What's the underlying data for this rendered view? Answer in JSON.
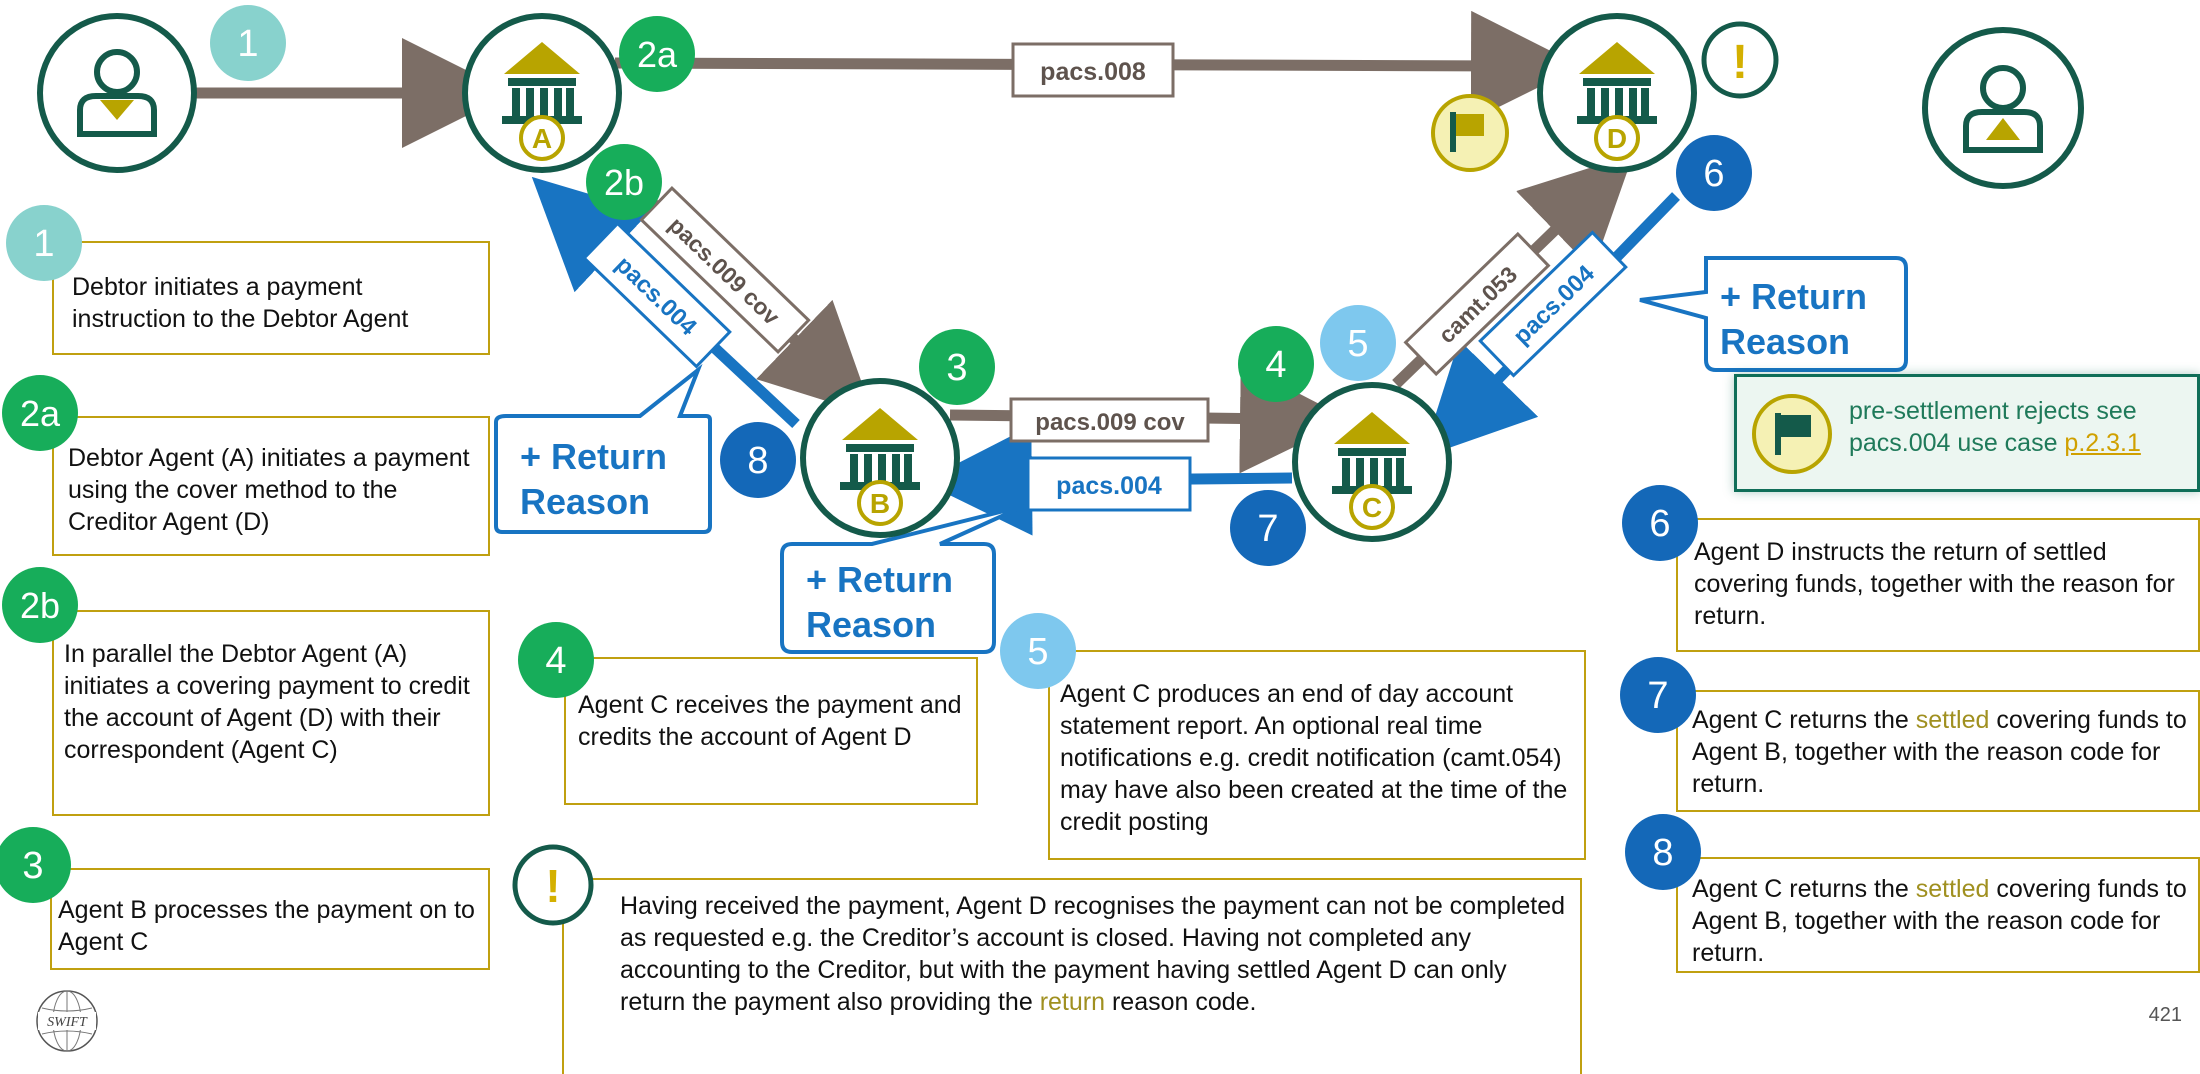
{
  "steps": {
    "s1": "1",
    "s2a": "2a",
    "s2b": "2b",
    "s3": "3",
    "s4": "4",
    "s5": "5",
    "s6": "6",
    "s7": "7",
    "s8": "8",
    "exclaim": "!"
  },
  "agents": {
    "a": "A",
    "b": "B",
    "c": "C",
    "d": "D"
  },
  "messages": {
    "pacs008": "pacs.008",
    "pacs009cov": "pacs.009 cov",
    "pacs009cov_bc": "pacs.009 cov",
    "camt053": "camt.053",
    "pacs004_ab": "pacs.004",
    "pacs004_cb": "pacs.004",
    "pacs004_dc": "pacs.004"
  },
  "callouts": {
    "return_reason_line1": "+ Return",
    "return_reason_line2": "Reason"
  },
  "info": {
    "text_before": "pre-settlement rejects see pacs.004 use case ",
    "link": "p.2.3.1"
  },
  "descriptions": {
    "d1": "Debtor initiates a payment instruction to the Debtor Agent",
    "d2a": "Debtor Agent (A) initiates a payment using the cover method to the Creditor Agent (D)",
    "d2b": "In parallel the Debtor Agent (A) initiates a covering payment to credit the account of Agent (D) with their correspondent (Agent C)",
    "d3": "Agent B processes the payment on to Agent C",
    "d4": "Agent C receives the payment and credits the account of Agent D",
    "d5": "Agent C produces an end of day account statement report. An optional real time notifications e.g. credit notification (camt.054) may have also been created at the time of the credit posting",
    "d6": "Agent D instructs the return of settled covering funds, together with the reason for return.",
    "d7_a": "Agent C returns the ",
    "d7_b": "settled",
    "d7_c": " covering funds to Agent B, together with the reason code for return.",
    "d8_a": "Agent C returns the ",
    "d8_b": "settled",
    "d8_c": " covering funds to Agent B, together with the reason code for return.",
    "dex_a": "Having received the payment, Agent D recognises the payment can not be completed as requested e.g. the Creditor’s account is closed. Having not completed any accounting to the Creditor, but with the payment having settled Agent D can only return the payment also providing the ",
    "dex_b": "return",
    "dex_c": " reason code."
  },
  "footer": {
    "logo_text": "SWIFT",
    "page_number": "421"
  },
  "colors": {
    "dark_green": "#145a4a",
    "gold": "#b8a400",
    "grey_arrow": "#7c6e66",
    "blue": "#1874c2",
    "green_badge": "#17ad5a",
    "teal_badge": "#88d2cd",
    "light_blue_badge": "#7ec8ee",
    "dark_blue_badge": "#1468b8"
  }
}
